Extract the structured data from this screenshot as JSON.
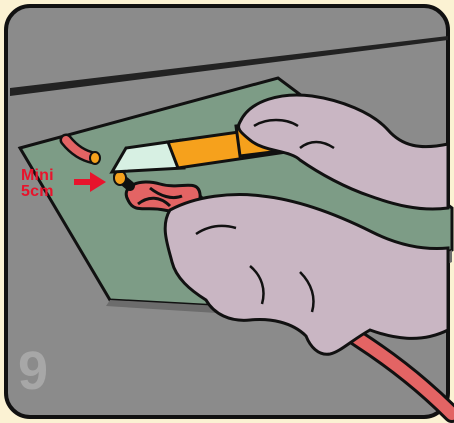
{
  "annotation": {
    "line1": "Mini",
    "line2": "5cm"
  },
  "step": {
    "number": "9"
  },
  "colors": {
    "frame_bg": "#fbf2d3",
    "surface": "#8b8b8b",
    "mat": "#7d9c86",
    "rope": "#e36464",
    "knife_handle": "#f6a11c",
    "blade": "#d7f0e3",
    "hand": "#c9b6c3",
    "annotation_red": "#e8132c",
    "step_gray": "#a7a7a7"
  },
  "icons": {
    "arrow": "right-arrow-icon"
  }
}
